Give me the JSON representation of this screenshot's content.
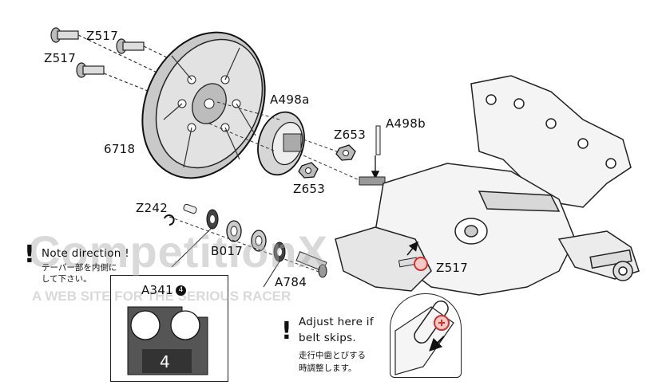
{
  "labels": {
    "z517_top_right": "Z517",
    "z517_left": "Z517",
    "a498a": "A498a",
    "a498b": "A498b",
    "z653_upper": "Z653",
    "z653_lower": "Z653",
    "n6718": "6718",
    "z242": "Z242",
    "b017": "B017",
    "a784": "A784",
    "a341": "A341",
    "a341_badge": "4",
    "z517_lower": "Z517",
    "spacer_number": "4"
  },
  "notes": {
    "direction_en": "Note direction !",
    "direction_jp_1": "テーパー部を内側に",
    "direction_jp_2": "して下さい。",
    "adjust_en_1": "Adjust here if",
    "adjust_en_2": "belt skips.",
    "adjust_jp_1": "走行中歯とびする",
    "adjust_jp_2": "時調整します。"
  },
  "watermark": {
    "main": "CompetitionX",
    "sub": "A WEB SITE FOR THE SERIOUS RACER"
  }
}
